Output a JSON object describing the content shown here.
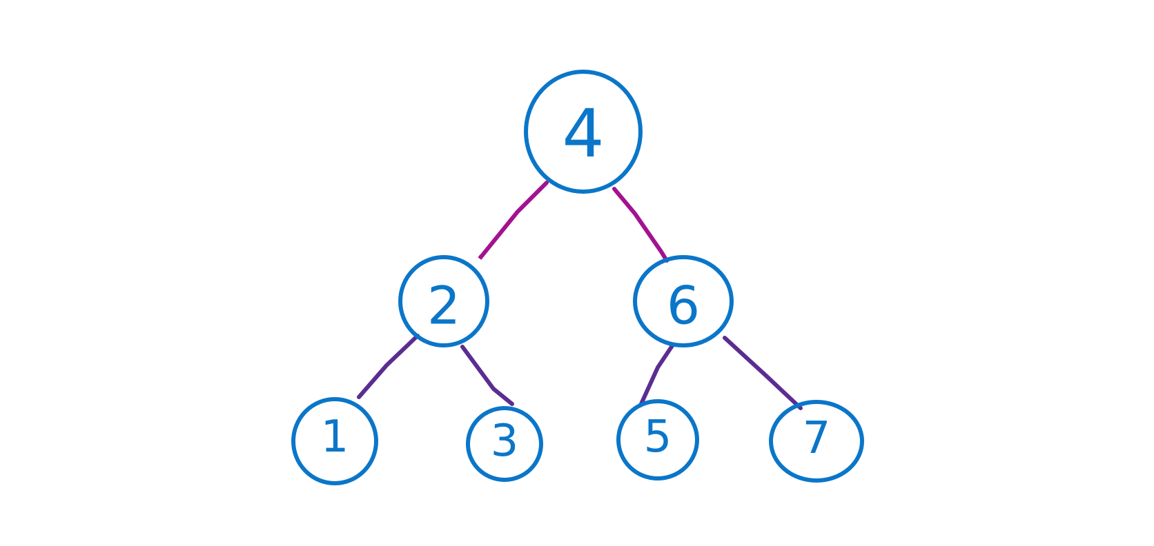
{
  "nodes": [
    {
      "id": "n4",
      "label": "4"
    },
    {
      "id": "n2",
      "label": "2"
    },
    {
      "id": "n6",
      "label": "6"
    },
    {
      "id": "n1",
      "label": "1"
    },
    {
      "id": "n3",
      "label": "3"
    },
    {
      "id": "n5",
      "label": "5"
    },
    {
      "id": "n7",
      "label": "7"
    }
  ],
  "edges": [
    {
      "from": "n4",
      "to": "n2",
      "level": 1
    },
    {
      "from": "n4",
      "to": "n6",
      "level": 1
    },
    {
      "from": "n2",
      "to": "n1",
      "level": 2
    },
    {
      "from": "n2",
      "to": "n3",
      "level": 2
    },
    {
      "from": "n6",
      "to": "n5",
      "level": 2
    },
    {
      "from": "n6",
      "to": "n7",
      "level": 2
    }
  ],
  "colors": {
    "node_stroke": "#0a76c9",
    "label": "#0a76c9",
    "edge_level_1": "#a3128f",
    "edge_level_2": "#5b2d91"
  }
}
